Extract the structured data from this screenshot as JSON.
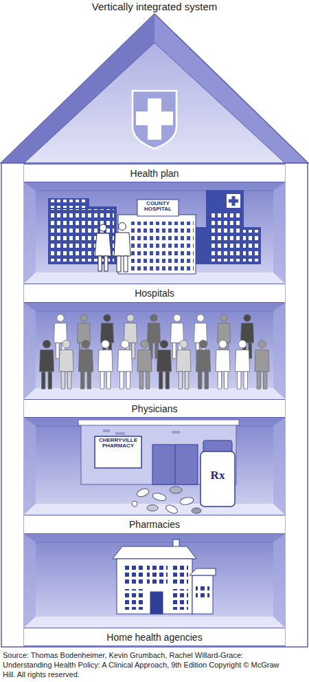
{
  "diagram": {
    "title": "Vertically integrated system",
    "caption": "Source: Thomas Bodenheimer, Kevin Grumbach, Rachel Willard-Grace: Understanding Health Policy: A Clinical Approach, 9th Edition Copyright © McGraw Hill. All rights reserved.",
    "nodes": [
      {
        "text": [
          "Health plan"
        ]
      },
      {
        "text": [
          "Hospitals"
        ]
      },
      {
        "text": [
          "Physicians"
        ]
      },
      {
        "text": [
          "Pharmacies"
        ]
      },
      {
        "text": [
          "Home health agencies"
        ]
      }
    ],
    "labels": [
      "COUNTY HOSPITAL",
      "CHERRYVILLE PHARMACY",
      "Rx"
    ]
  }
}
